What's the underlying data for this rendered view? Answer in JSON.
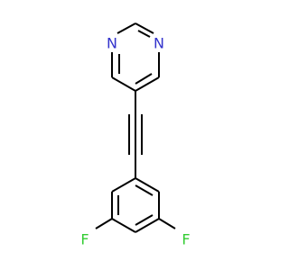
{
  "molecule": {
    "atoms": {
      "n1": {
        "symbol": "N",
        "color": "#3333cc"
      },
      "n2": {
        "symbol": "N",
        "color": "#3333cc"
      },
      "f1": {
        "symbol": "F",
        "color": "#33cc33"
      },
      "f2": {
        "symbol": "F",
        "color": "#33cc33"
      }
    },
    "bond_color": "#000000"
  }
}
